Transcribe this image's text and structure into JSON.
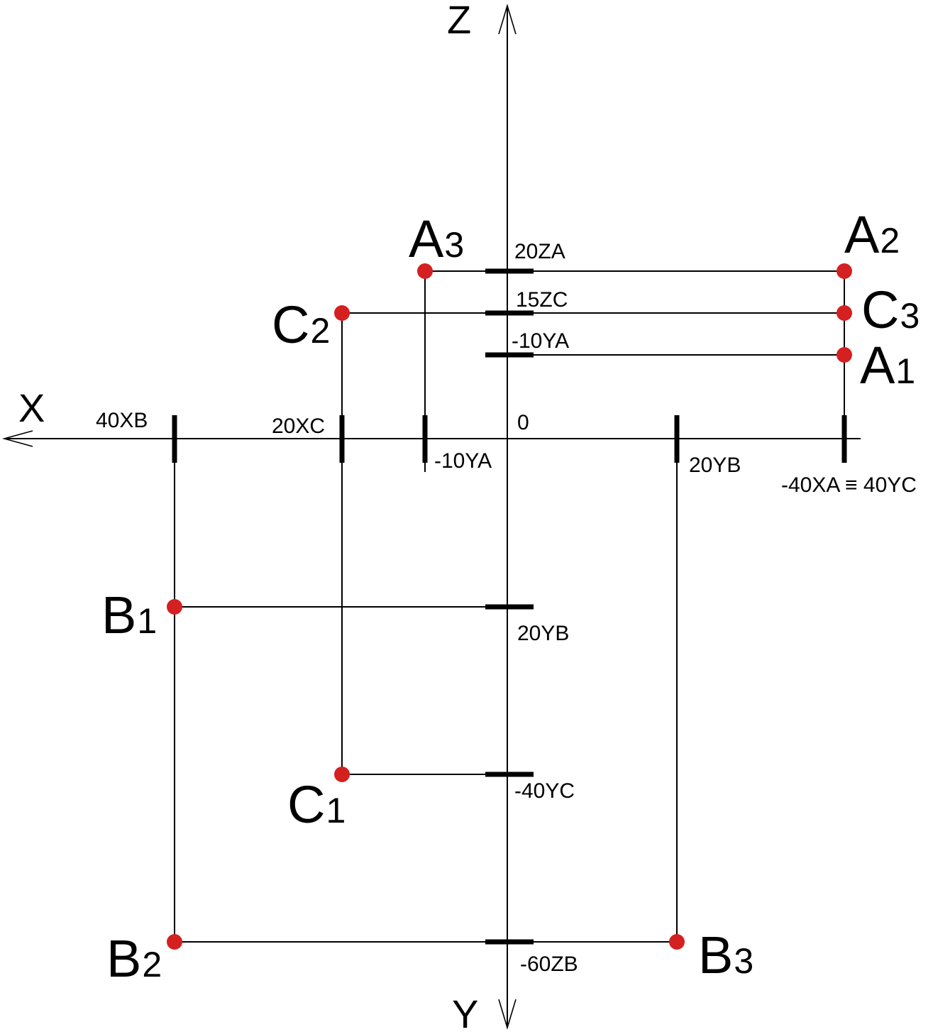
{
  "colors": {
    "line": "#000000",
    "point": "#d42020",
    "background": "#ffffff"
  },
  "axes": {
    "x": {
      "label": "X"
    },
    "y": {
      "label": "Y"
    },
    "z": {
      "label": "Z"
    }
  },
  "origin_label": "0",
  "coordinate_labels": {
    "x_40xb": "40XB",
    "x_20xc": "20XC",
    "x_m10ya": "-10YA",
    "x_20yb": "20YB",
    "x_m40xa": "-40XA ≡ 40YC",
    "z_20za": "20ZA",
    "z_15zc": "15ZC",
    "z_m10ya": "-10YA",
    "y_20yb": "20YB",
    "y_m40yc": "-40YC",
    "y_m60zb": "-60ZB"
  },
  "points": {
    "A1": {
      "letter": "A",
      "index": "1"
    },
    "A2": {
      "letter": "A",
      "index": "2"
    },
    "A3": {
      "letter": "A",
      "index": "3"
    },
    "B1": {
      "letter": "B",
      "index": "1"
    },
    "B2": {
      "letter": "B",
      "index": "2"
    },
    "B3": {
      "letter": "B",
      "index": "3"
    },
    "C1": {
      "letter": "C",
      "index": "1"
    },
    "C2": {
      "letter": "C",
      "index": "2"
    },
    "C3": {
      "letter": "C",
      "index": "3"
    }
  }
}
